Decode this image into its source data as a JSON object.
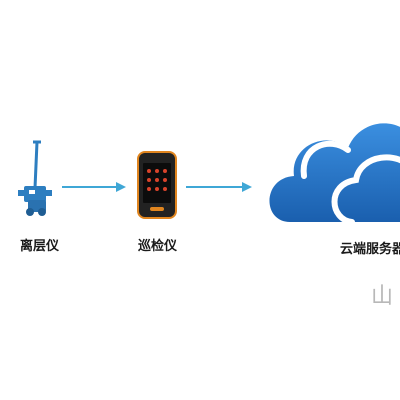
{
  "nodes": {
    "sensor": {
      "label": "离层仪"
    },
    "inspector": {
      "label": "巡检仪"
    },
    "cloud": {
      "label": "云端服务器"
    }
  },
  "edges": [
    {
      "from": "sensor",
      "to": "inspector"
    },
    {
      "from": "inspector",
      "to": "cloud"
    }
  ],
  "corner_text": "山",
  "colors": {
    "arrow": "#3fa7d6",
    "cloud": "#1e6fc4",
    "cloud_light": "#3b8fe0",
    "sensor": "#2d7ec0",
    "device_body": "#222222",
    "device_trim": "#e0851f"
  }
}
